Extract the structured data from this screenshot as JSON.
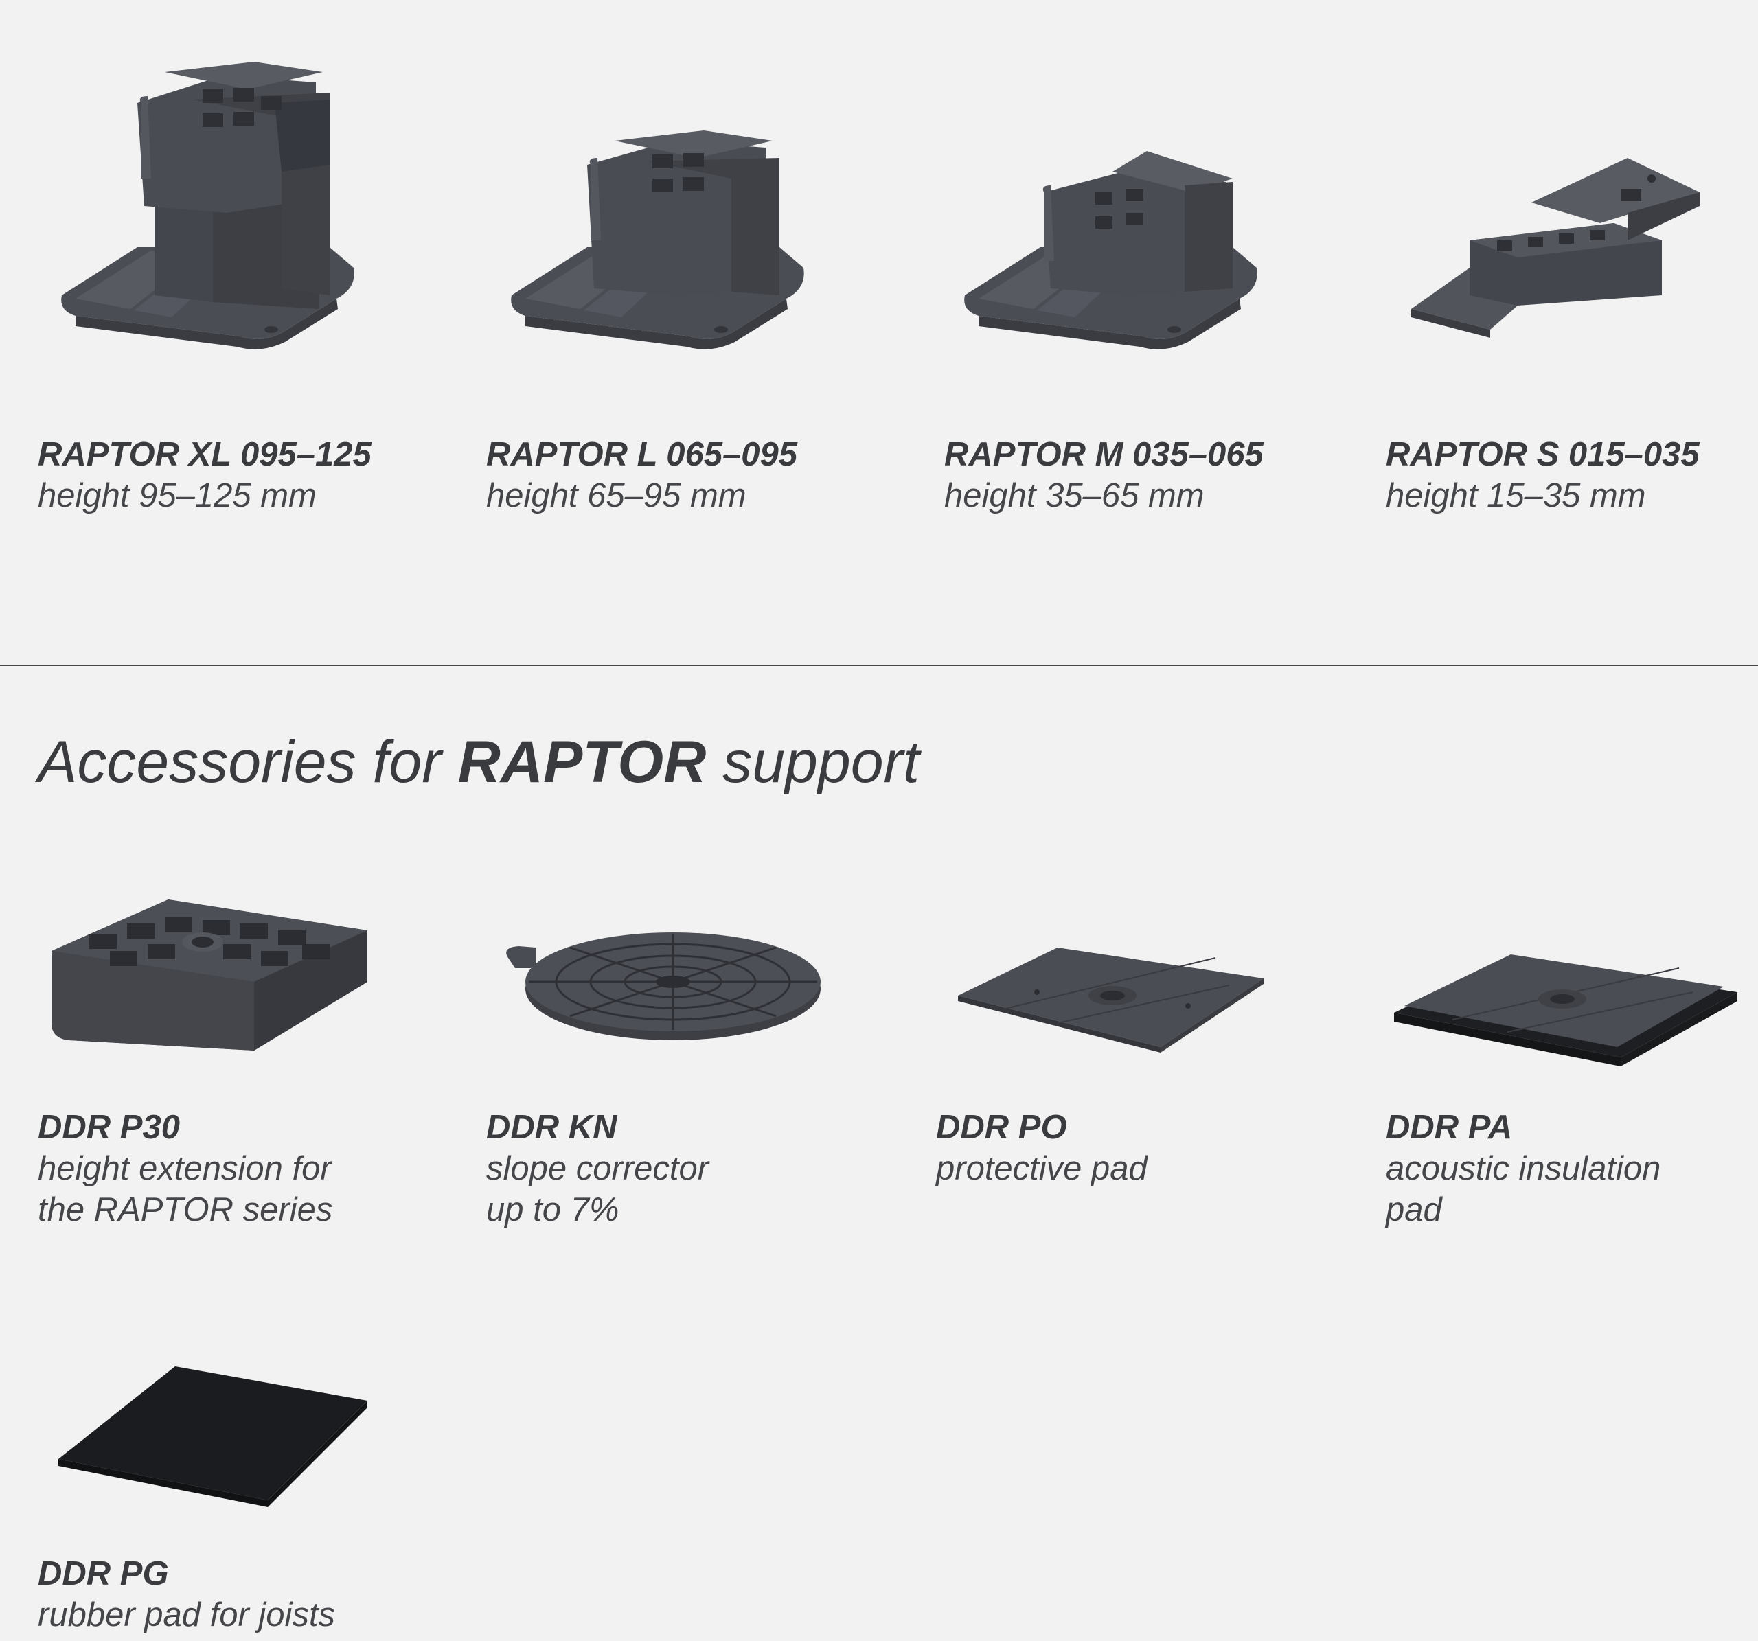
{
  "supports": [
    {
      "title": "RAPTOR XL 095–125",
      "desc": [
        "height 95–125 mm"
      ]
    },
    {
      "title": "RAPTOR L 065–095",
      "desc": [
        "height 65–95 mm"
      ]
    },
    {
      "title": "RAPTOR M 035–065",
      "desc": [
        "height 35–65 mm"
      ]
    },
    {
      "title": "RAPTOR S 015–035",
      "desc": [
        "height 15–35 mm"
      ]
    }
  ],
  "accessories_heading": {
    "pre": "Accessories for ",
    "bold": "RAPTOR",
    "post": " support"
  },
  "accessories": [
    {
      "title": "DDR P30",
      "desc": [
        "height extension for",
        "the RAPTOR series"
      ]
    },
    {
      "title": "DDR KN",
      "desc": [
        "slope corrector",
        "up to 7%"
      ]
    },
    {
      "title": "DDR PO",
      "desc": [
        "protective pad"
      ]
    },
    {
      "title": "DDR PA",
      "desc": [
        "acoustic insulation",
        "pad"
      ]
    },
    {
      "title": "DDR PG",
      "desc": [
        "rubber pad for joists"
      ]
    }
  ],
  "colors": {
    "background": "#f2f2f2",
    "product": "#4a4c53",
    "text": "#3a3b3e"
  }
}
